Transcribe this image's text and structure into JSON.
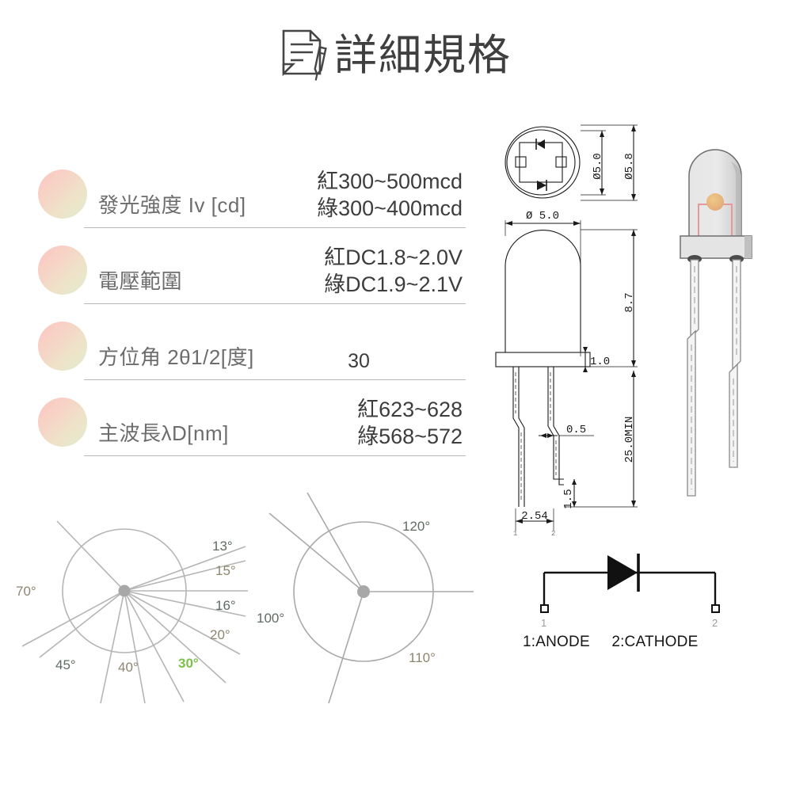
{
  "header": {
    "title": "詳細規格",
    "icon": "document-pen-icon"
  },
  "spec_table": {
    "rows": [
      {
        "label": "發光強度 Iv [cd]",
        "value_line1": "紅300~500mcd",
        "value_line2": "綠300~400mcd",
        "align": "right"
      },
      {
        "label": "電壓範圍",
        "value_line1": "紅DC1.8~2.0V",
        "value_line2": "綠DC1.9~2.1V",
        "align": "right"
      },
      {
        "label": "方位角 2θ1/2[度]",
        "value_line1": "30",
        "value_line2": "",
        "align": "center"
      },
      {
        "label": "主波長λD[nm]",
        "value_line1": "紅623~628",
        "value_line2": "綠568~572",
        "align": "right"
      }
    ]
  },
  "polar_left": {
    "labels": [
      {
        "text": "70°",
        "color": "#8d8570"
      },
      {
        "text": "13°",
        "color": "#5f6b63"
      },
      {
        "text": "15°",
        "color": "#8d8570"
      },
      {
        "text": "16°",
        "color": "#5f6b63"
      },
      {
        "text": "20°",
        "color": "#8d8570"
      },
      {
        "text": "30°",
        "color": "#7cc24a"
      },
      {
        "text": "45°",
        "color": "#5f6b63"
      },
      {
        "text": "40°",
        "color": "#8d8570"
      }
    ],
    "highlight": "30°",
    "highlight_color": "#7cc24a"
  },
  "polar_right": {
    "labels": [
      {
        "text": "120°",
        "color": "#5f6b63"
      },
      {
        "text": "100°",
        "color": "#5f6b63"
      },
      {
        "text": "110°",
        "color": "#8d8570"
      }
    ]
  },
  "drawing": {
    "dim_diameter_outer": "Ø5.8",
    "dim_diameter_inner": "Ø5.0",
    "dim_body_width": "Ø 5.0",
    "dim_body_height": "8.7",
    "dim_flange": "1.0",
    "dim_lead_width": "0.5",
    "dim_lead_length": "25.0MIN",
    "dim_lead_step": "1.5",
    "dim_pitch": "2.54",
    "pin1_mark": "1",
    "pin2_mark": "2"
  },
  "circuit": {
    "pin1": "1:ANODE",
    "pin2": "2:CATHODE",
    "pin1_mark": "1",
    "pin2_mark": "2"
  },
  "colors": {
    "bullet_pink": "#f9c7c0",
    "bullet_green": "#e2ebcd",
    "text_dark": "#3d3d3d",
    "text_label": "#6d6d6d",
    "rule": "#b9b9b9",
    "highlight_green": "#7cc24a",
    "led_red_wire": "#e8a0a0",
    "led_chip": "#e8b45e",
    "drawing_line": "#1a1a1a"
  }
}
